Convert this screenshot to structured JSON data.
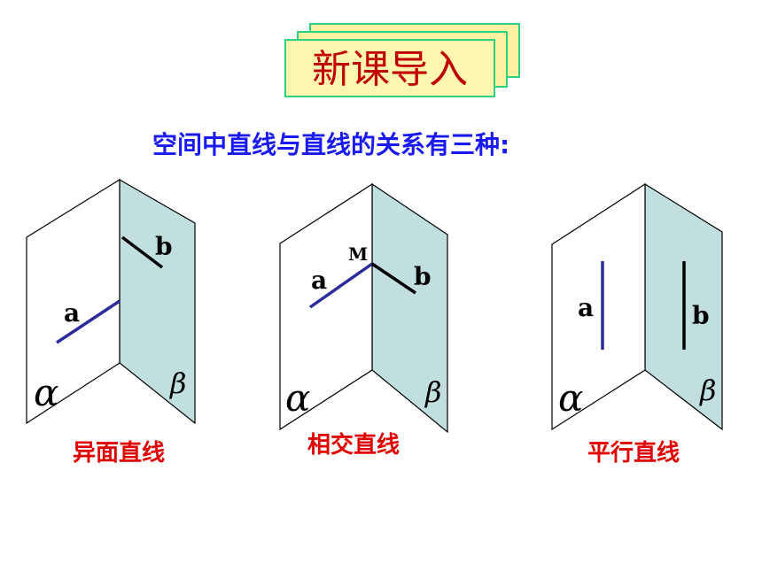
{
  "title": "新课导入",
  "subtitle": "空间中直线与直线的关系有三种:",
  "colors": {
    "banner_fill": "#fff2a0",
    "banner_stroke": "#2fd080",
    "plane_beta_fill": "#c2dfe0",
    "line_a": "#2b2b9a",
    "line_b": "#000000",
    "caption": "#e00000",
    "subtitle": "#1a1af0"
  },
  "plane_alpha": "α",
  "plane_beta": "β",
  "figures": [
    {
      "caption": "异面直线",
      "line_a": "a",
      "line_b": "b"
    },
    {
      "caption": "相交直线",
      "line_a": "a",
      "line_b": "b",
      "point": "M"
    },
    {
      "caption": "平行直线",
      "line_a": "a",
      "line_b": "b"
    }
  ]
}
